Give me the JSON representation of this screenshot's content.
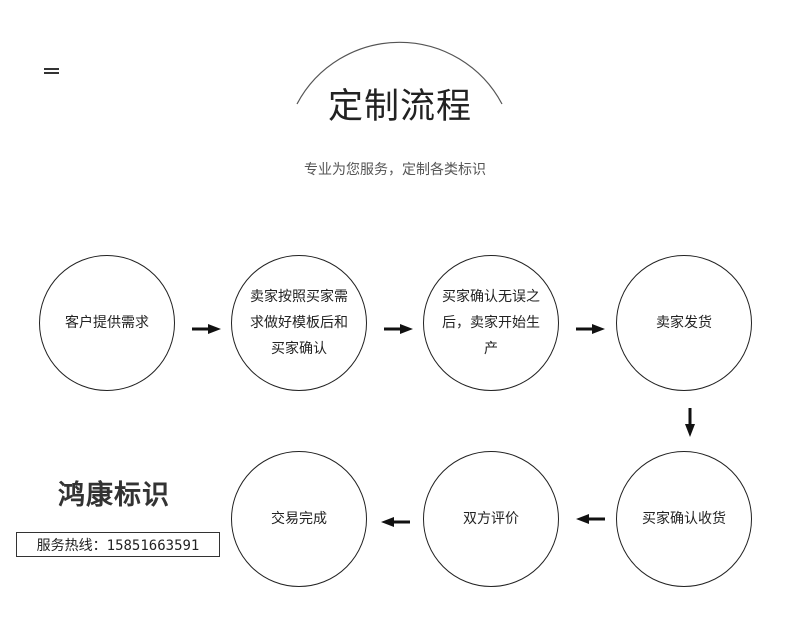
{
  "header": {
    "title": "定制流程",
    "subtitle": "专业为您服务，定制各类标识"
  },
  "steps": [
    {
      "label": "客户提供需求"
    },
    {
      "label": "卖家按照买家需求做好模板后和买家确认"
    },
    {
      "label": "买家确认无误之后，卖家开始生产"
    },
    {
      "label": "卖家发货"
    },
    {
      "label": "买家确认收货"
    },
    {
      "label": "双方评价"
    },
    {
      "label": "交易完成"
    }
  ],
  "brand": {
    "name": "鸿康标识",
    "hotline": "服务热线：15851663591"
  },
  "colors": {
    "line": "#222222",
    "text": "#222222",
    "subtitle": "#555555"
  },
  "icons": {
    "menu": "menu-icon",
    "arrow": "arrow-icon"
  }
}
